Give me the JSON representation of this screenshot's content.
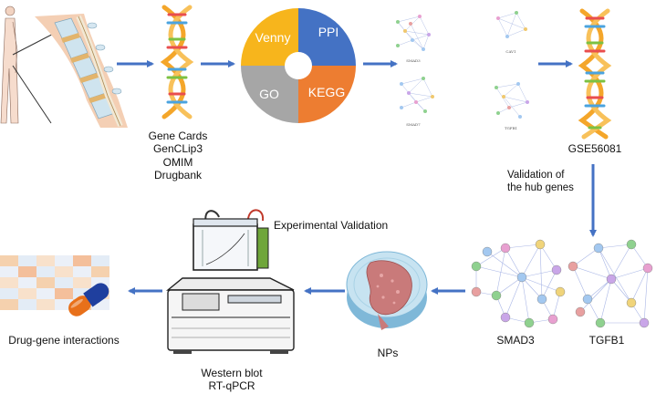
{
  "sources": {
    "items": [
      "Gene Cards",
      "GenCLip3",
      "OMIM",
      "Drugbank"
    ]
  },
  "pie": {
    "segments": [
      {
        "label": "Venny",
        "color": "#f7b51c"
      },
      {
        "label": "PPI",
        "color": "#4472c4"
      },
      {
        "label": "GO",
        "color": "#a6a6a6"
      },
      {
        "label": "KEGG",
        "color": "#ed7d31"
      }
    ]
  },
  "networks": {
    "top": [
      "SMAD3",
      "SMAD7",
      "CAV1",
      "TGFB1"
    ]
  },
  "dataset": {
    "label": "GSE56081"
  },
  "validation": {
    "label": "Validation of the hub genes"
  },
  "hub_genes": {
    "smad3": "SMAD3",
    "tgfb1": "TGFB1"
  },
  "samples": {
    "label": "NPs"
  },
  "experimental": {
    "label": "Experimental Validation"
  },
  "methods": {
    "items": [
      "Western blot",
      "RT-qPCR"
    ]
  },
  "drug": {
    "label": "Drug-gene interactions"
  },
  "colors": {
    "arrow": "#4472c4"
  }
}
